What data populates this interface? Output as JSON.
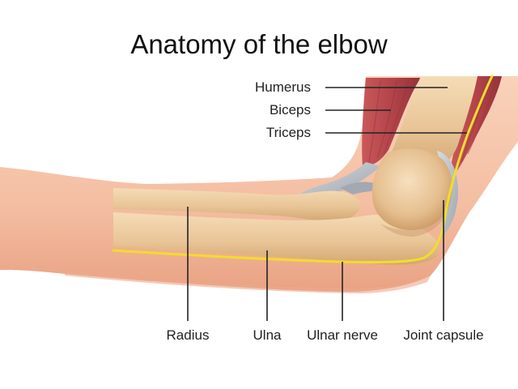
{
  "title": "Anatomy of the elbow",
  "labels": {
    "humerus": "Humerus",
    "biceps": "Biceps",
    "triceps": "Triceps",
    "radius": "Radius",
    "ulna": "Ulna",
    "ulnar_nerve": "Ulnar nerve",
    "joint_capsule": "Joint capsule"
  },
  "colors": {
    "skin": "#f6c4a8",
    "skin_shadow": "#eaa487",
    "bone": "#eecd9f",
    "bone_shadow": "#d9ae79",
    "muscle": "#b84a4e",
    "cartilage": "#b9bec6",
    "nerve": "#f1dd2a",
    "leader_line": "#222222"
  }
}
